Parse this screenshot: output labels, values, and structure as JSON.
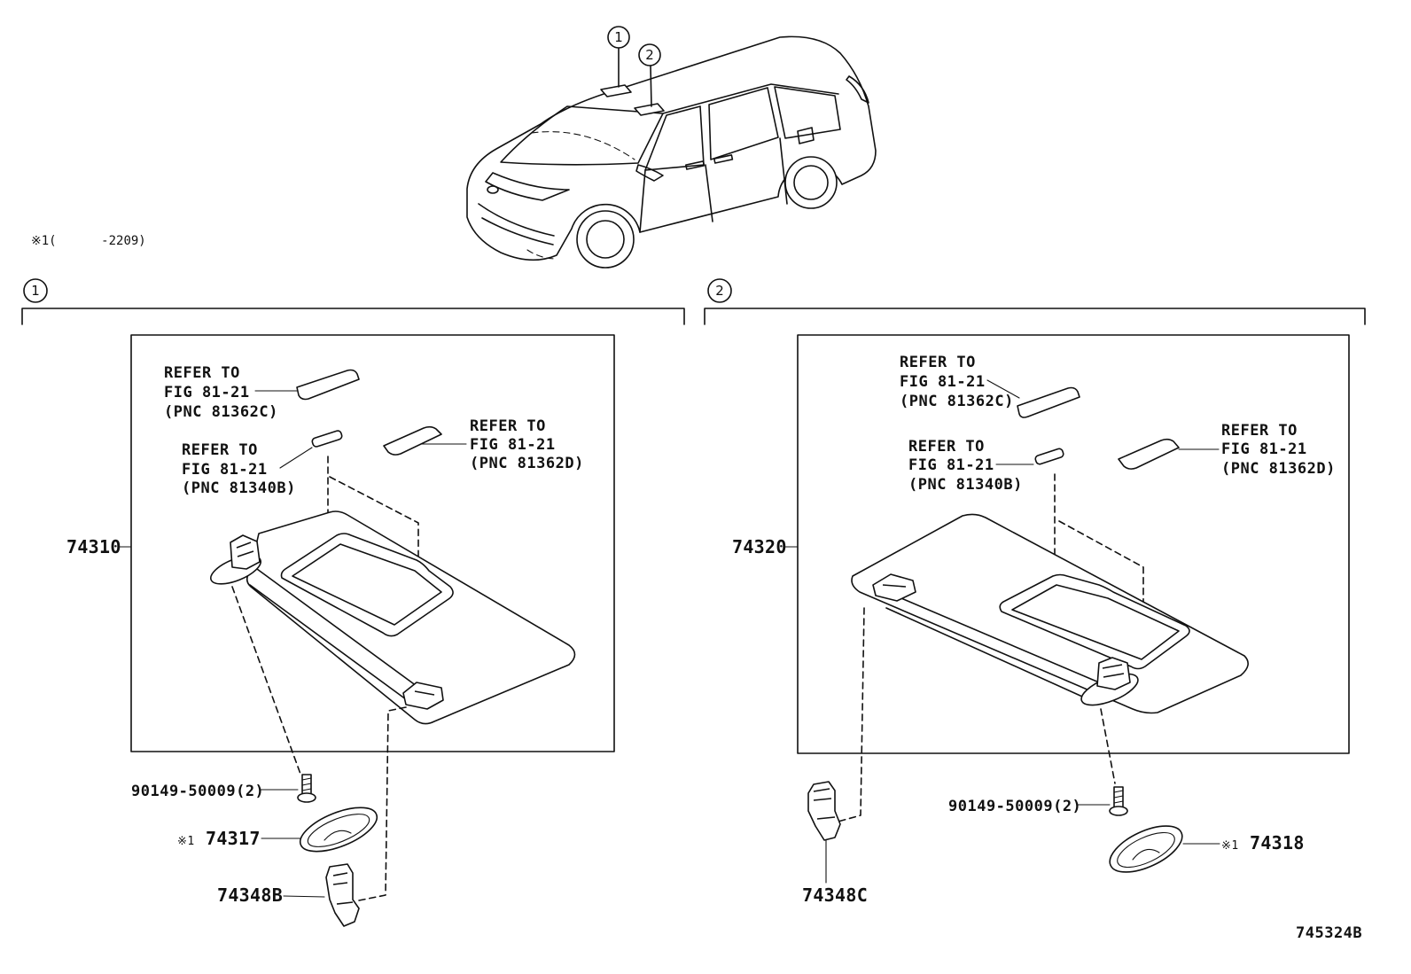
{
  "diagram": {
    "note": "※1(      -2209)",
    "figure_id": "745324B",
    "vehicle_callouts": [
      "1",
      "2"
    ],
    "left_panel": {
      "callout": "1",
      "assembly_pnc": "74310",
      "refs": [
        {
          "line1": "REFER TO",
          "line2": "FIG 81-21",
          "line3": "(PNC 81362C)"
        },
        {
          "line1": "REFER TO",
          "line2": "FIG 81-21",
          "line3": "(PNC 81340B)"
        },
        {
          "line1": "REFER TO",
          "line2": "FIG 81-21",
          "line3": "(PNC 81362D)"
        }
      ],
      "screw_pnc": "90149-50009(2)",
      "cover_mark": "※1",
      "cover_pnc": "74317",
      "clip_pnc": "74348B"
    },
    "right_panel": {
      "callout": "2",
      "assembly_pnc": "74320",
      "refs": [
        {
          "line1": "REFER TO",
          "line2": "FIG 81-21",
          "line3": "(PNC 81362C)"
        },
        {
          "line1": "REFER TO",
          "line2": "FIG 81-21",
          "line3": "(PNC 81340B)"
        },
        {
          "line1": "REFER TO",
          "line2": "FIG 81-21",
          "line3": "(PNC 81362D)"
        }
      ],
      "screw_pnc": "90149-50009(2)",
      "cover_mark": "※1",
      "cover_pnc": "74318",
      "clip_pnc": "74348C"
    }
  }
}
